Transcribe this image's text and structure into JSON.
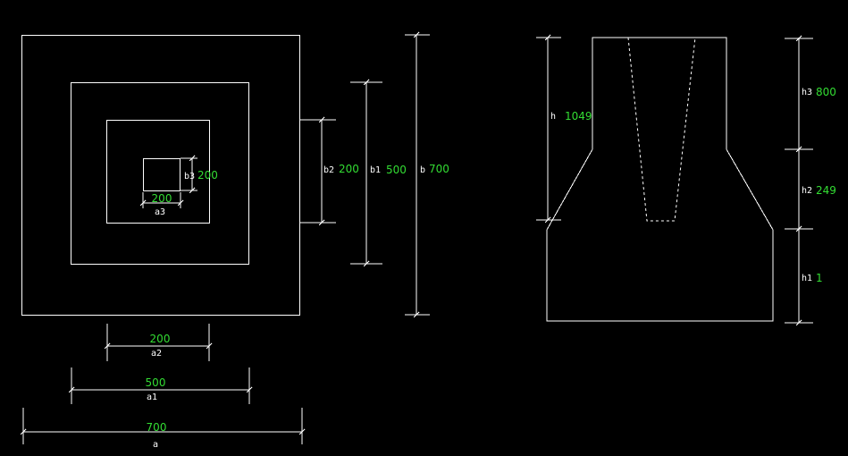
{
  "colors": {
    "background": "#000000",
    "line": "#ffffff",
    "value": "#33dd33"
  },
  "plan": {
    "a3": {
      "label": "a3",
      "value": "200"
    },
    "b3": {
      "label": "b3",
      "value": "200"
    },
    "a2": {
      "label": "a2",
      "value": "200"
    },
    "b2": {
      "label": "b2",
      "value": "200"
    },
    "a1": {
      "label": "a1",
      "value": "500"
    },
    "b1": {
      "label": "b1",
      "value": "500"
    },
    "a": {
      "label": "a",
      "value": "700"
    },
    "b": {
      "label": "b",
      "value": "700"
    }
  },
  "section": {
    "h": {
      "label": "h",
      "value": "1049"
    },
    "h3": {
      "label": "h3",
      "value": "800"
    },
    "h2": {
      "label": "h2",
      "value": "249"
    },
    "h1": {
      "label": "h1",
      "value": "1"
    }
  }
}
